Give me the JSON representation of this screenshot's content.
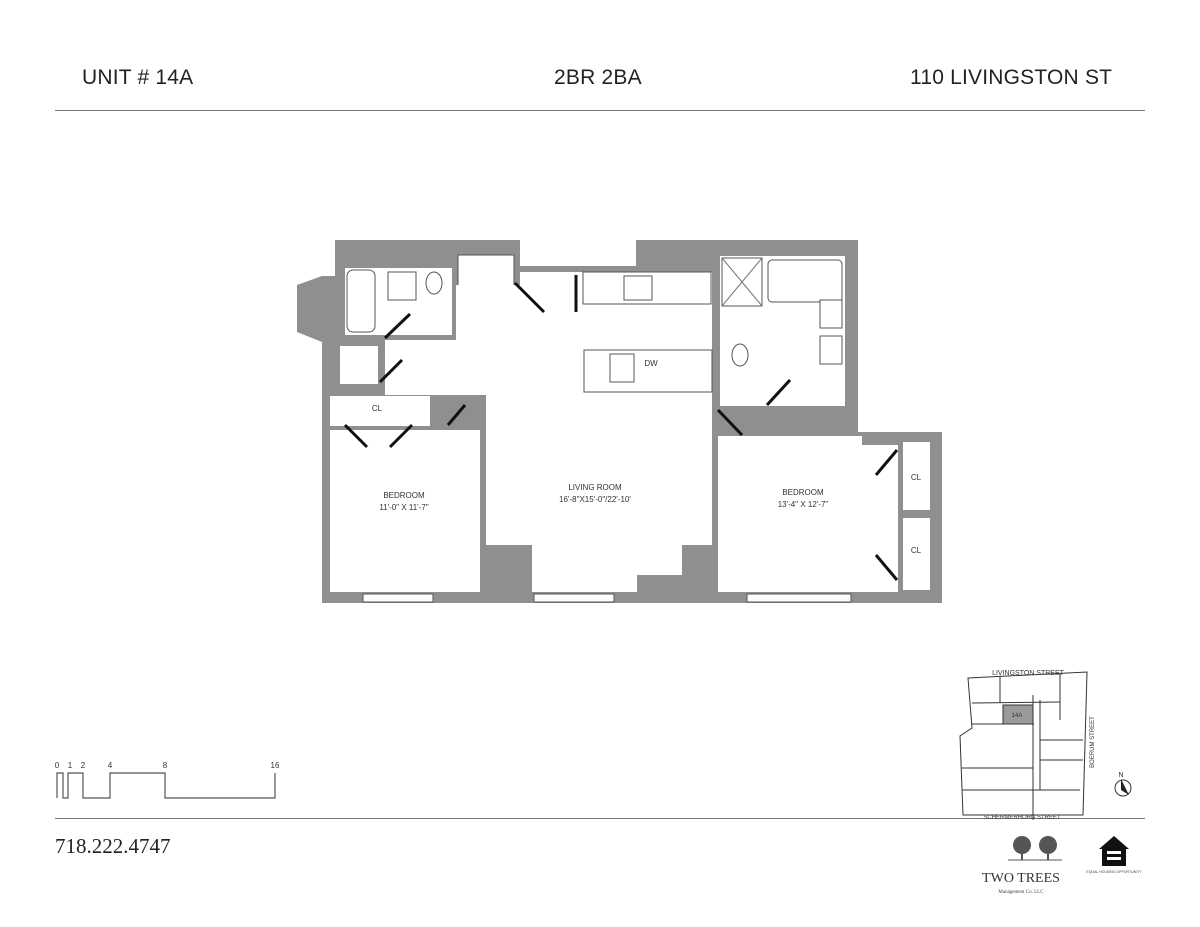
{
  "header": {
    "unit": "UNIT # 14A",
    "type": "2BR 2BA",
    "address": "110 LIVINGSTON ST"
  },
  "rooms": {
    "bedroom_left": {
      "name": "BEDROOM",
      "size": "11'-0\" X 11'-7\""
    },
    "living": {
      "name": "LIVING ROOM",
      "size": "16'-8\"X15'-0\"/22'-10'"
    },
    "bedroom_right": {
      "name": "BEDROOM",
      "size": "13'-4\" X 12'-7\""
    },
    "closet": "CL",
    "dishwasher": "DW"
  },
  "scale_bar": {
    "ticks": [
      "0",
      "1",
      "2",
      "4",
      "8",
      "16"
    ]
  },
  "keyplan": {
    "street_top": "LIVINGSTON STREET",
    "street_right": "BOERUM STREET",
    "street_bottom": "SCHERMERHORN STREET",
    "unit": "14A",
    "north": "N"
  },
  "footer": {
    "phone": "718.222.4747",
    "brand": "TWO TREES",
    "brand_sub": "Management Co. LLC",
    "eho": "EQUAL HOUSING OPPORTUNITY"
  },
  "colors": {
    "wall": "#8f8f8f",
    "text": "#222222",
    "unit_highlight": "#9a9a9a"
  }
}
